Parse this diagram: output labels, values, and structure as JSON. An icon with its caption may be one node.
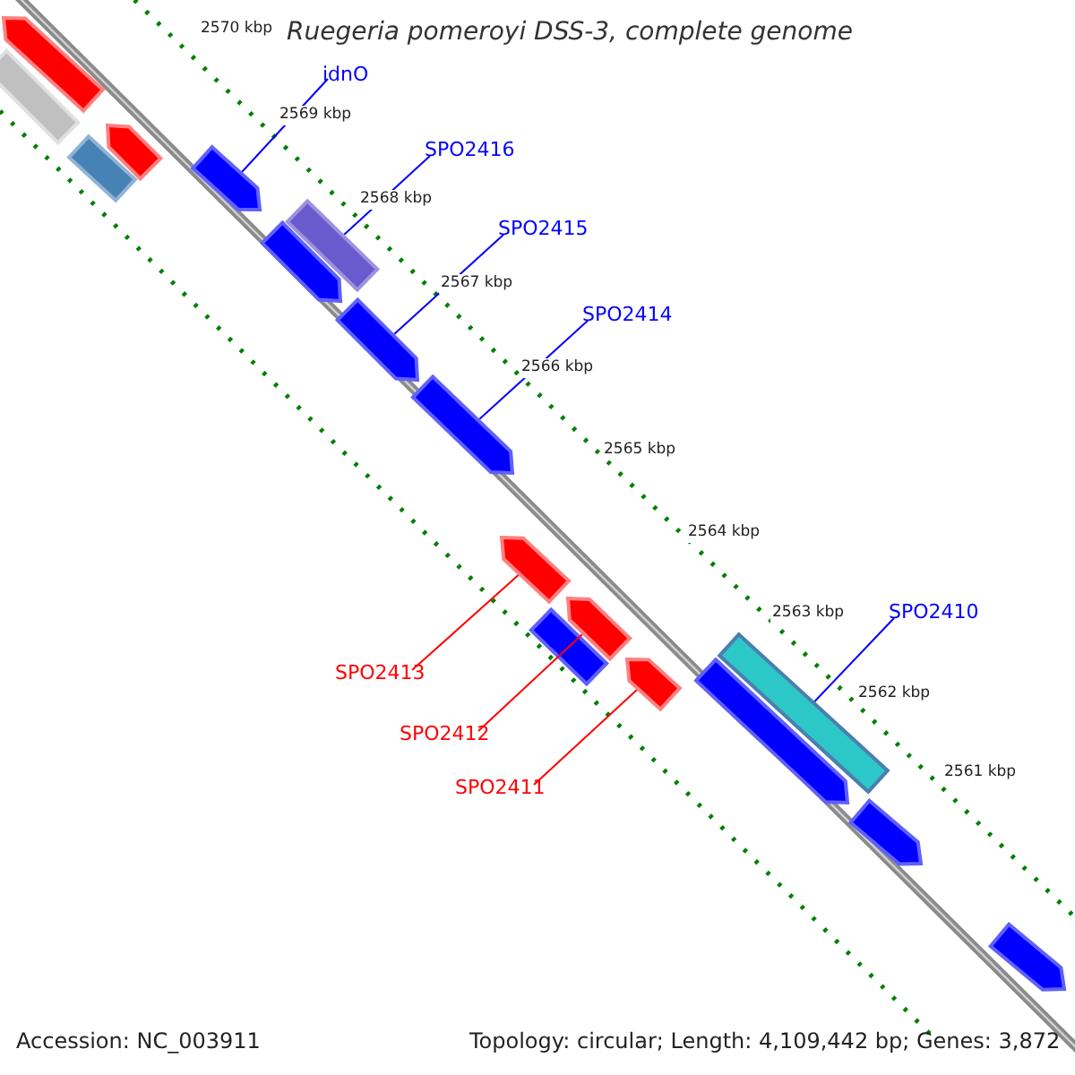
{
  "diagram": {
    "title": "Ruegeria pomeroyi DSS-3, complete genome",
    "nodes": [
      {
        "text": [],
        "shape": "arrow"
      },
      {
        "text": [],
        "shape": "bar"
      },
      {
        "text": [],
        "shape": "arrow"
      },
      {
        "text": [],
        "shape": "bar"
      },
      {
        "text": [],
        "shape": "arrow"
      },
      {
        "text": [],
        "shape": "bar"
      },
      {
        "text": [],
        "shape": "arrow"
      },
      {
        "text": [],
        "shape": "arrow"
      },
      {
        "text": [],
        "shape": "arrow"
      },
      {
        "text": [],
        "shape": "arrow"
      },
      {
        "text": [],
        "shape": "arrow"
      },
      {
        "text": [],
        "shape": "bar"
      },
      {
        "text": [],
        "shape": "arrow"
      },
      {
        "text": [],
        "shape": "bar"
      },
      {
        "text": [],
        "shape": "arrow"
      },
      {
        "text": [],
        "shape": "arrow"
      },
      {
        "text": [],
        "shape": "arrow"
      },
      {
        "text": [
          "idnO"
        ]
      },
      {
        "text": [
          "SPO2416"
        ]
      },
      {
        "text": [
          "SPO2415"
        ]
      },
      {
        "text": [
          "SPO2414"
        ]
      },
      {
        "text": [
          "SPO2413"
        ]
      },
      {
        "text": [
          "SPO2412"
        ]
      },
      {
        "text": [
          "SPO2411"
        ]
      },
      {
        "text": [
          "SPO2410"
        ]
      }
    ],
    "edges": [
      {
        "from": 17,
        "to": 4,
        "arrow": "none"
      },
      {
        "from": 18,
        "to": 5,
        "arrow": "none"
      },
      {
        "from": 19,
        "to": 7,
        "arrow": "none"
      },
      {
        "from": 20,
        "to": 8,
        "arrow": "none"
      },
      {
        "from": 21,
        "to": 9,
        "arrow": "none",
        "color": "#ff0000"
      },
      {
        "from": 22,
        "to": 10,
        "arrow": "none",
        "color": "#ff0000"
      },
      {
        "from": 23,
        "to": 12,
        "arrow": "none",
        "color": "#ff0000"
      },
      {
        "from": 24,
        "to": 13,
        "arrow": "none"
      }
    ],
    "labels": [
      "2570 kbp",
      "2569 kbp",
      "2568 kbp",
      "2567 kbp",
      "2566 kbp",
      "2565 kbp",
      "2564 kbp",
      "2563 kbp",
      "2562 kbp",
      "2561 kbp",
      "Accession: NC_003911",
      "Topology: circular; Length: 4,109,442 bp; Genes: 3,872"
    ]
  }
}
